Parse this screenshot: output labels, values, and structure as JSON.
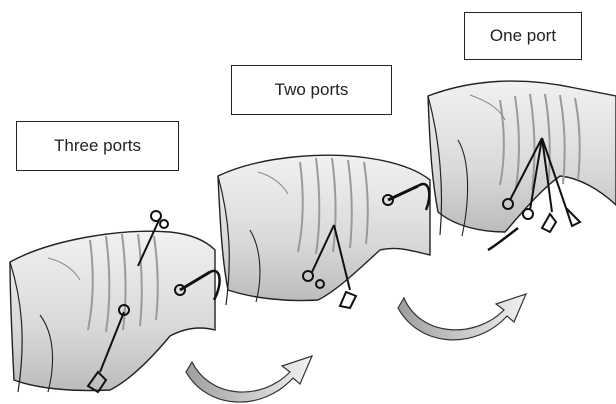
{
  "labels": {
    "three_ports": "Three ports",
    "two_ports": "Two ports",
    "one_port": "One port"
  },
  "icons": [
    "dog-thorax-illustration",
    "trocar-instrument-icon",
    "curved-arrow-icon"
  ],
  "colors": {
    "outline": "#222222",
    "body_fill": "#e6e6e6",
    "body_shade": "#c9c9c9",
    "arrow_fill": "#bdbdbd",
    "background": "#ffffff"
  }
}
